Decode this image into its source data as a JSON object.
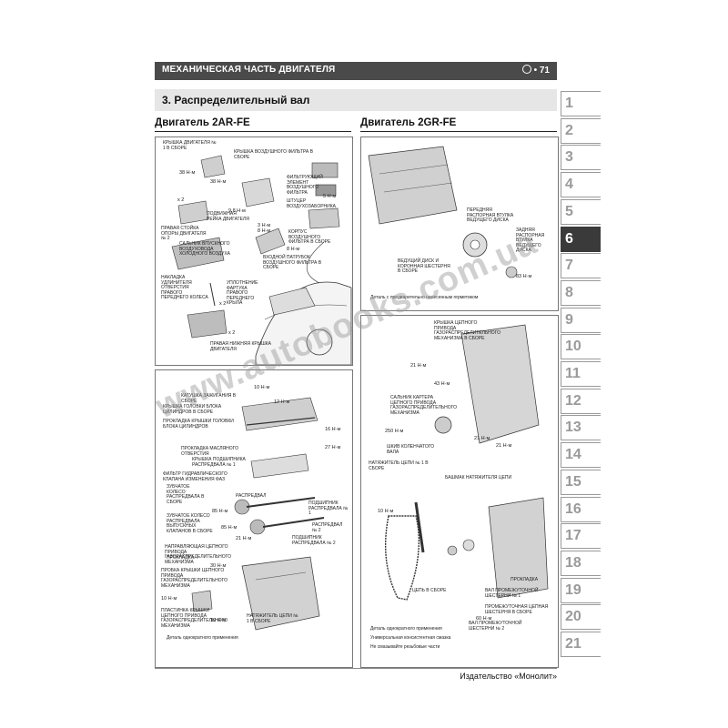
{
  "header": {
    "title": "МЕХАНИЧЕСКАЯ ЧАСТЬ ДВИГАТЕЛЯ",
    "page": "71"
  },
  "section": {
    "title": "3. Распределительный вал"
  },
  "left": {
    "title": "Двигатель 2AR-FE"
  },
  "right": {
    "title": "Двигатель 2GR-FE"
  },
  "panel1": {
    "l1": "КРЫШКА ДВИГАТЕЛЯ № 1 В СБОРЕ",
    "l2": "КРЫШКА ВОЗДУШНОГО ФИЛЬТРА В СБОРЕ",
    "l3": "ФИЛЬТРУЮЩИЙ ЭЛЕМЕНТ ВОЗДУШНОГО ФИЛЬТРА",
    "l4": "ШТУЦЕР ВОЗДУХОЗАБОРНИКА",
    "l5": "КОРПУС ВОЗДУШНОГО ФИЛЬТРА В СБОРЕ",
    "l6": "ПОДВИЖНАЯ РЕЙКА ДВИГАТЕЛЯ",
    "l7": "ПРАВАЯ СТОЙКА ОПОРЫ ДВИГАТЕЛЯ № 2",
    "l8": "САЛЬНИК ВПУСКНОГО ВОЗДУХОВОДА ХОЛОДНОГО ВОЗДУХА",
    "l9": "ВХОДНОЙ ПАТРУБОК ВОЗДУШНОГО ФИЛЬТРА В СБОРЕ",
    "l10": "НАКЛАДКА УДЛИНИТЕЛЯ ОТВЕРСТИЯ ПРАВОГО ПЕРЕДНЕГО КОЛЕСА",
    "l11": "УПЛОТНЕНИЕ ФАРТУКА ПРАВОГО ПЕРЕДНЕГО КРЫЛА",
    "l12": "ПРАВАЯ НИЖНЯЯ КРЫШКА ДВИГАТЕЛЯ",
    "t1": "38 Н·м",
    "t2": "38 Н·м",
    "t3": "9,8 Н·м",
    "t4": "5 Н·м",
    "t5": "3 Н·м",
    "t6": "8 Н·м",
    "t7": "8 Н·м",
    "x1": "x 2",
    "x2": "x 2",
    "x3": "x 2"
  },
  "panel2": {
    "l1": "КАТУШКА ЗАЖИГАНИЯ В СБОРЕ",
    "l2": "КРЫШКА ГОЛОВКИ БЛОКА ЦИЛИНДРОВ В СБОРЕ",
    "l3": "ПРОКЛАДКА КРЫШКИ ГОЛОВКИ БЛОКА ЦИЛИНДРОВ",
    "l4": "ПРОКЛАДКА МАСЛЯНОГО ОТВЕРСТИЯ",
    "l5": "КРЫШКА ПОДШИПНИКА РАСПРЕДВАЛА № 1",
    "l6": "ФИЛЬТР ГИДРАВЛИЧЕСКОГО КЛАПАНА ИЗМЕНЕНИЯ ФАЗ",
    "l7": "ЗУБЧАТОЕ КОЛЕСО РАСПРЕДВАЛА В СБОРЕ",
    "l8": "РАСПРЕДВАЛ",
    "l9": "ПОДШИПНИК РАСПРЕДВАЛА № 1",
    "l10": "ЗУБЧАТОЕ КОЛЕСО РАСПРЕДВАЛА ВЫПУСКНЫХ КЛАПАНОВ В СБОРЕ",
    "l11": "РАСПРЕДВАЛ № 2",
    "l12": "ПОДШИПНИК РАСПРЕДВАЛА № 2",
    "l13": "НАПРАВЛЯЮЩАЯ ЦЕПНОГО ПРИВОДА ГАЗОРАСПРЕДЕЛИТЕЛЬНОГО МЕХАНИЗМА",
    "l14": "ПРОКЛАДКА",
    "l15": "ПРОБКА КРЫШКИ ЦЕПНОГО ПРИВОДА ГАЗОРАСПРЕДЕЛИТЕЛЬНОГО МЕХАНИЗМА",
    "l16": "ПЛАСТИНКА КРЫШКИ ЦЕПНОГО ПРИВОДА ГАЗОРАСПРЕДЕЛИТЕЛЬНОГО МЕХАНИЗМА",
    "l17": "НАТЯЖИТЕЛЬ ЦЕПИ № 1 В СБОРЕ",
    "l18": "Деталь однократного применения",
    "t1": "10 Н·м",
    "t2": "12 Н·м",
    "t3": "16 Н·м",
    "t4": "27 Н·м",
    "t5": "85 Н·м",
    "t6": "85 Н·м",
    "t7": "21 Н·м",
    "t8": "30 Н·м",
    "t9": "10 Н·м",
    "t10": "10 Н·м"
  },
  "panel3": {
    "l1": "ПЕРЕДНЯЯ РАСПОРНАЯ ВТУЛКА ВЕДУЩЕГО ДИСКА",
    "l2": "ВЕДУЩИЙ ДИСК И КОРОННАЯ ШЕСТЕРНЯ В СБОРЕ",
    "l3": "ЗАДНЯЯ РАСПОРНАЯ ВТУЛКА ВЕДУЩЕГО ДИСКА",
    "t1": "83 Н·м",
    "note": "Деталь с предварительно нанесенным герметиком"
  },
  "panel4": {
    "l1": "КРЫШКА ЦЕПНОГО ПРИВОДА ГАЗОРАСПРЕДЕЛИТЕЛЬНОГО МЕХАНИЗМА В СБОРЕ",
    "l2": "САЛЬНИК КАРТЕРА ЦЕПНОГО ПРИВОДА ГАЗОРАСПРЕДЕЛИТЕЛЬНОГО МЕХАНИЗМА",
    "l3": "ШКИВ КОЛЕНЧАТОГО ВАЛА",
    "l4": "НАТЯЖИТЕЛЬ ЦЕПИ № 1 В СБОРЕ",
    "l5": "БАШМАК НАТЯЖИТЕЛЯ ЦЕПИ",
    "l6": "ЦЕПЬ В СБОРЕ",
    "l7": "ПРОКЛАДКА",
    "l8": "ВАЛ ПРОМЕЖУТОЧНОЙ ШЕСТЕРНИ № 1",
    "l9": "ПРОМЕЖУТОЧНАЯ ЦЕПНАЯ ШЕСТЕРНЯ В СБОРЕ",
    "l10": "ВАЛ ПРОМЕЖУТОЧНОЙ ШЕСТЕРНИ № 2",
    "t1": "21 Н·м",
    "t2": "43 Н·м",
    "t3": "250 Н·м",
    "t4": "21 Н·м",
    "t5": "21 Н·м",
    "t6": "10 Н·м",
    "t7": "60 Н·м",
    "legend1": "Деталь однократного применения",
    "legend2": "Универсальная консистентная смазка",
    "legend3": "Не смазывайте резьбовые части"
  },
  "tabs": [
    "1",
    "2",
    "3",
    "4",
    "5",
    "6",
    "7",
    "8",
    "9",
    "10",
    "11",
    "12",
    "13",
    "14",
    "15",
    "16",
    "17",
    "18",
    "19",
    "20",
    "21"
  ],
  "active_tab": "6",
  "footer": "Издательство «Монолит»",
  "watermark": "www.autobooks.com.ua"
}
